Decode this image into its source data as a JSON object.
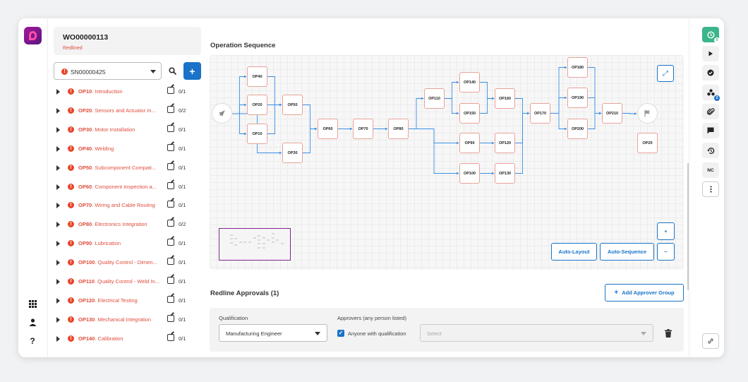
{
  "work_order": {
    "id": "WO00000113",
    "status": "Redlined"
  },
  "serial_select": {
    "value": "SN00000425"
  },
  "operations": [
    {
      "code": "OP10",
      "name": ". Introduction",
      "count": "0/1"
    },
    {
      "code": "OP20",
      "name": ". Sensors and Actuator In...",
      "count": "0/2"
    },
    {
      "code": "OP30",
      "name": ". Motor Installation",
      "count": "0/1"
    },
    {
      "code": "OP40",
      "name": ". Welding",
      "count": "0/1"
    },
    {
      "code": "OP50",
      "name": ". Subcomponent Compati...",
      "count": "0/1"
    },
    {
      "code": "OP60",
      "name": ". Component Inspection a...",
      "count": "0/1"
    },
    {
      "code": "OP70",
      "name": ". Wiring and Cable Routing",
      "count": "0/1"
    },
    {
      "code": "OP80",
      "name": ". Electronics Integration",
      "count": "0/2"
    },
    {
      "code": "OP90",
      "name": ". Lubrication",
      "count": "0/1"
    },
    {
      "code": "OP100",
      "name": ". Quality Control - Dimen...",
      "count": "0/1"
    },
    {
      "code": "OP110",
      "name": ". Quality Control - Weld In...",
      "count": "0/1"
    },
    {
      "code": "OP120",
      "name": ". Electrical Testing",
      "count": "0/1"
    },
    {
      "code": "OP130",
      "name": ". Mechanical Integration",
      "count": "0/1"
    },
    {
      "code": "OP140",
      "name": ". Calibration",
      "count": "0/1"
    }
  ],
  "sequence": {
    "title": "Operation Sequence",
    "nodes": [
      "OP40",
      "OP20",
      "OP10",
      "OP50",
      "OP30",
      "OP60",
      "OP70",
      "OP80",
      "OP110",
      "OP140",
      "OP150",
      "OP160",
      "OP90",
      "OP120",
      "OP100",
      "OP130",
      "OP170",
      "OP180",
      "OP190",
      "OP200",
      "OP210",
      "OP20"
    ],
    "auto_layout_label": "Auto-Layout",
    "auto_sequence_label": "Auto-Sequence",
    "zoom_in_label": "+",
    "zoom_out_label": "−"
  },
  "approvals": {
    "title": "Redline Approvals (1)",
    "add_group_label": "Add Approver Group",
    "qualification_label": "Qualification",
    "qualification_value": "Manufacturing Engineer",
    "approvers_label": "Approvers (any person listed)",
    "anyone_label": "Anyone with qualification",
    "approver_placeholder": "Select"
  },
  "right_rail": {
    "timer_badge": "0",
    "groups_badge": "2",
    "nc_label": "NC"
  },
  "colors": {
    "accent": "#1a73c8",
    "warning": "#e8462b",
    "brand": "#8a1a8c"
  }
}
